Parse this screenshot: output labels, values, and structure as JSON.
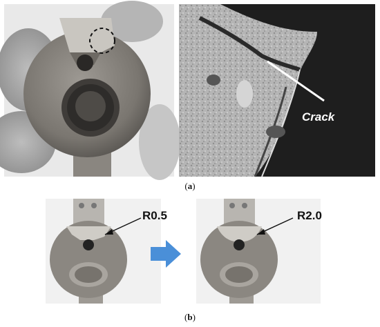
{
  "figure": {
    "part_a": {
      "caption_open": "(",
      "caption_letter": "a",
      "caption_close": ")",
      "crack_label": "Crack"
    },
    "part_b": {
      "caption_open": "(",
      "caption_letter": "b",
      "caption_close": ")",
      "left_radius_label": "R0.5",
      "right_radius_label": "R2.0"
    },
    "colors": {
      "arrow": "#4a8fd8",
      "metal_light": "#c8c5c0",
      "metal_dark": "#6a6660",
      "micrograph_dark": "#1c1c1c",
      "micrograph_light": "#b9b9b9"
    }
  }
}
